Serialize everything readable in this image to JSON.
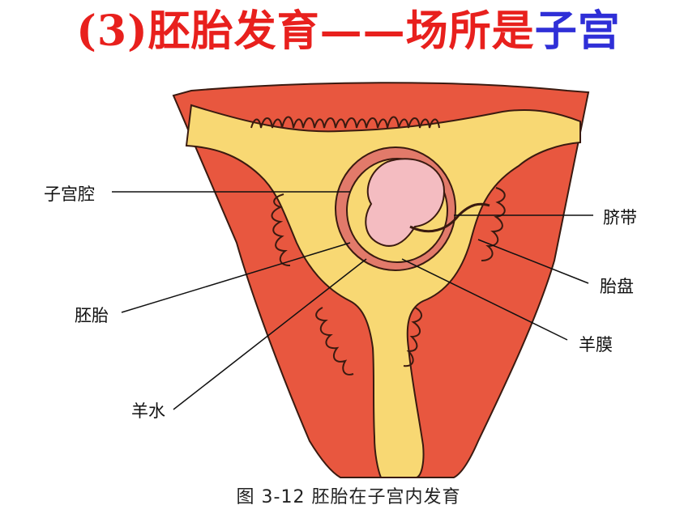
{
  "title": {
    "part_red": "(3)胚胎发育——场所是",
    "part_blue": "子宫",
    "color_red": "#e8201d",
    "color_blue": "#2f2fd7"
  },
  "labels": {
    "uterine_cavity": "子宫腔",
    "embryo": "胚胎",
    "amniotic_fluid": "羊水",
    "umbilical_cord": "脐带",
    "placenta": "胎盘",
    "amnion": "羊膜"
  },
  "caption": "图 3-12  胚胎在子宫内发育",
  "colors": {
    "uterine_wall": "#e8573f",
    "cavity": "#f8d873",
    "embryo": "#f4bcc1",
    "outline": "#3a1a10"
  }
}
